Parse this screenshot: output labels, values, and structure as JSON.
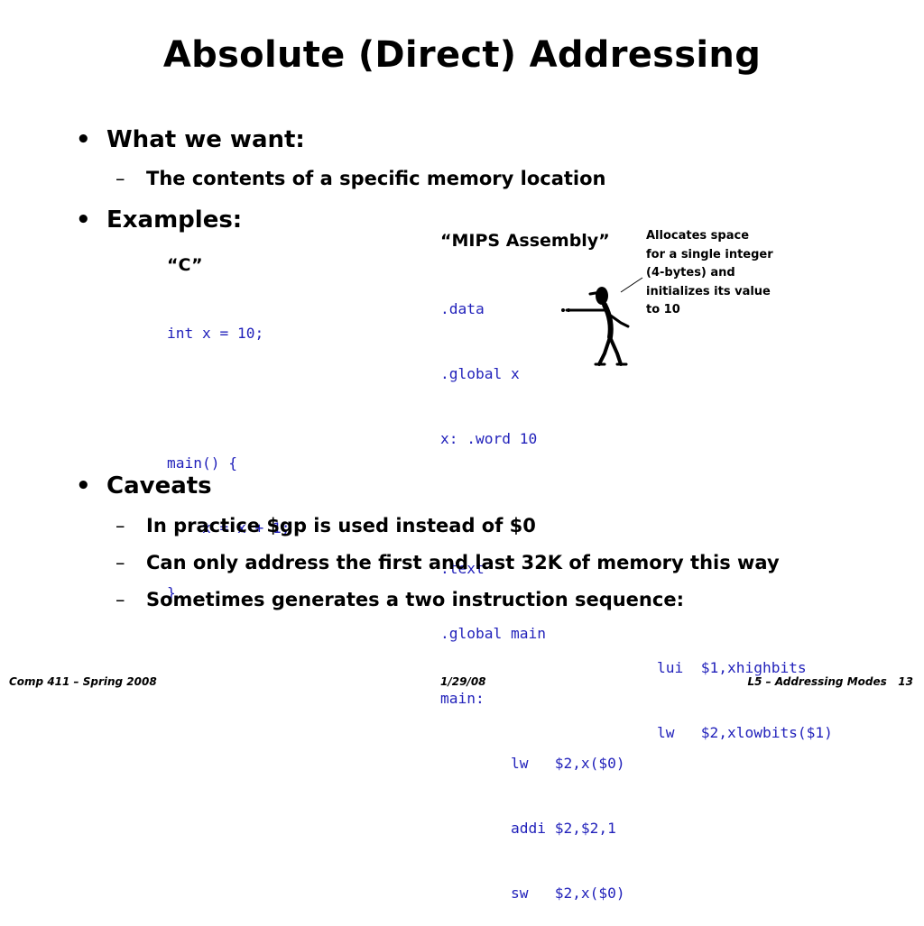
{
  "slide": {
    "title": "Absolute (Direct) Addressing",
    "bullets": [
      {
        "text": "What we want:",
        "subs": [
          "The contents of a specific memory location"
        ]
      },
      {
        "text": "Examples:"
      },
      {
        "text": "Caveats",
        "subs": [
          "In practice $gp is used instead of $0",
          "Can only address the first and last 32K of memory this way",
          "Sometimes generates a two instruction sequence:"
        ]
      }
    ],
    "bullet_glyph": "•",
    "dash_glyph": "–"
  },
  "c_example": {
    "label": "“C”",
    "lines": [
      "int x = 10;",
      "",
      "main() {",
      "    x = x + 1;",
      "}"
    ]
  },
  "mips_example": {
    "label": "“MIPS Assembly”",
    "lines": [
      ".data",
      ".global x",
      "x: .word 10",
      "",
      ".text",
      ".global main",
      "main:",
      "        lw   $2,x($0)",
      "        addi $2,$2,1",
      "        sw   $2,x($0)"
    ]
  },
  "annotation": {
    "lines": [
      "Allocates  space",
      "for a single integer",
      "(4-bytes) and",
      "initializes its value",
      "to 10"
    ]
  },
  "two_instr": {
    "lines": [
      "lui  $1,xhighbits",
      "lw   $2,xlowbits($1)"
    ]
  },
  "footer": {
    "left": "Comp 411 – Spring 2008",
    "center": "1/29/08",
    "right": "L5 – Addressing Modes   13"
  }
}
